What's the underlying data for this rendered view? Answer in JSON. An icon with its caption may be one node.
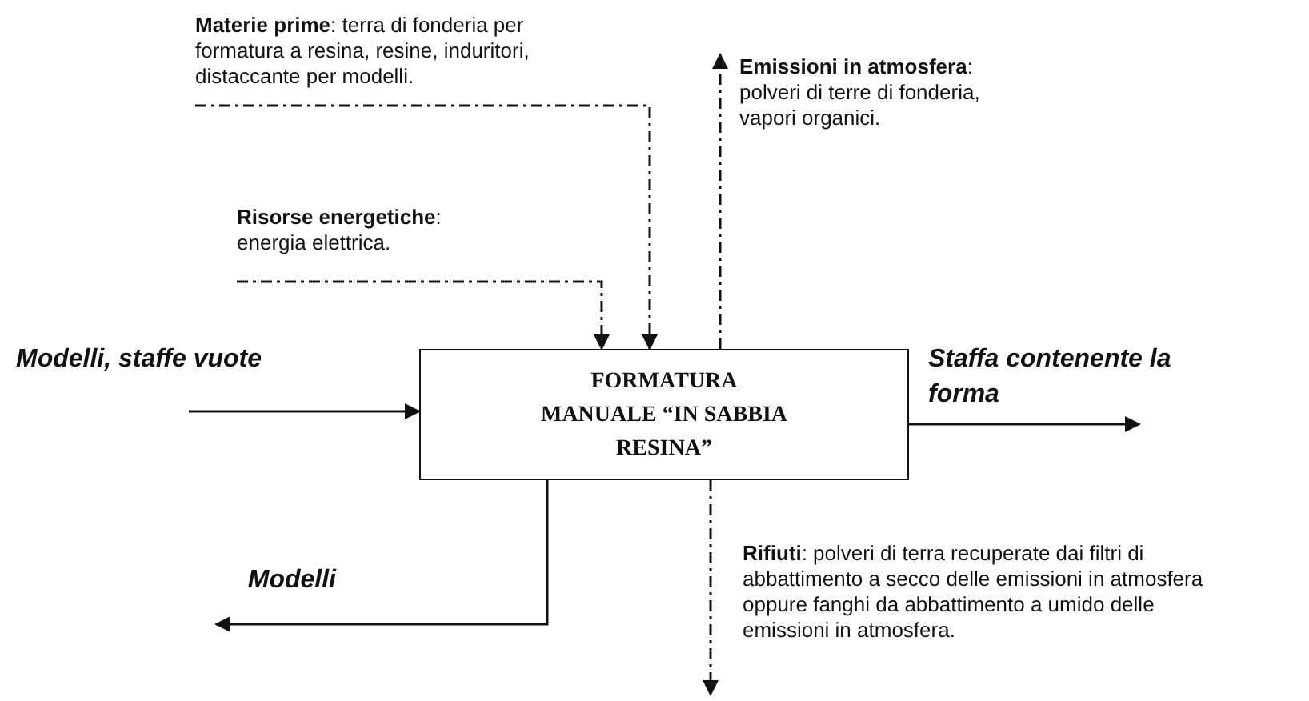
{
  "diagram": {
    "nodes": [
      {
        "text": [
          "**Materie prime**: terra di fonderia per formatura a resina, resine, induritori, distaccante per modelli."
        ]
      },
      {
        "text": [
          "**Emissioni in atmosfera**: polveri di terre di fonderia, vapori organici."
        ]
      },
      {
        "text": [
          "**Risorse energetiche**: energia elettrica."
        ]
      },
      {
        "text": [
          "Modelli, staffe vuote"
        ]
      },
      {
        "text": [
          "Staffa contenente la forma"
        ]
      },
      {
        "text": [
          "FORMATURA MANUALE “IN SABBIA RESINA”"
        ]
      },
      {
        "text": [
          "**Rifiuti**: polveri di terra recuperate dai filtri di abbattimento a secco delle emissioni in atmosfera oppure fanghi da abbattimento a umido delle emissioni in atmosfera."
        ]
      },
      {
        "text": [
          "Modelli"
        ]
      }
    ],
    "edges": [
      {
        "from": 0,
        "to": 5,
        "arrow": "to",
        "style": "dashed"
      },
      {
        "from": 2,
        "to": 5,
        "arrow": "to",
        "style": "dashed"
      },
      {
        "from": 5,
        "to": 1,
        "arrow": "to",
        "style": "dashed"
      },
      {
        "from": 3,
        "to": 5,
        "arrow": "to"
      },
      {
        "from": 5,
        "to": 4,
        "arrow": "to"
      },
      {
        "from": 5,
        "to": 7,
        "arrow": "to"
      },
      {
        "from": 5,
        "to": 6,
        "arrow": "to",
        "style": "dashed"
      }
    ]
  }
}
